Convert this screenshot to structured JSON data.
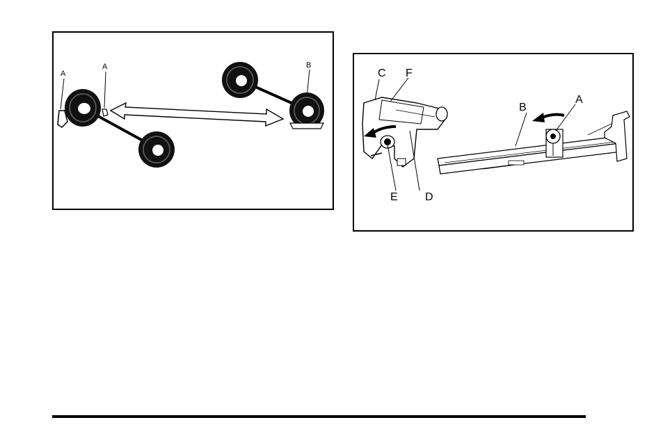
{
  "figures": [
    {
      "labels": {
        "a_left": "A",
        "a_right": "A",
        "b": "B"
      },
      "icons": [
        "tire-icon",
        "jack-icon",
        "tire-rotation-arrow-icon"
      ]
    },
    {
      "labels": {
        "a": "A",
        "b": "B",
        "c": "C",
        "d": "D",
        "e": "E",
        "f": "F"
      },
      "icons": [
        "jack-head-icon",
        "jack-bracket-icon",
        "rotation-arrow-icon"
      ]
    }
  ]
}
